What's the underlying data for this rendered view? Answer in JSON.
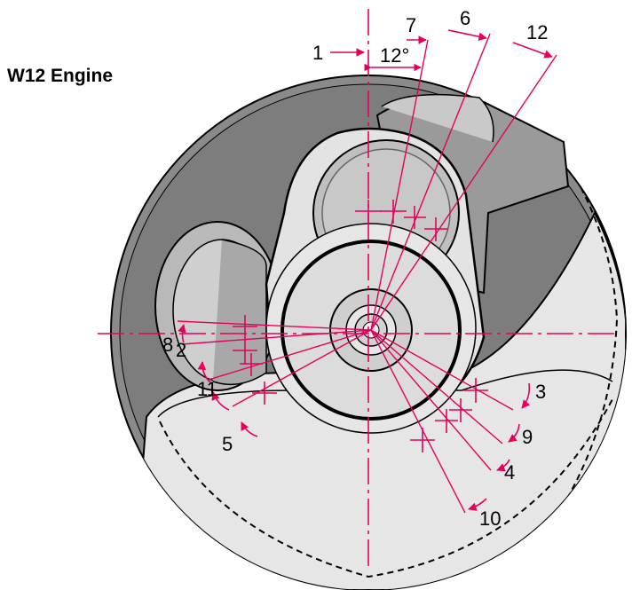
{
  "title": "W12 Engine",
  "angle_label": "12°",
  "crank_labels": {
    "t1": "1",
    "t7": "7",
    "t6": "6",
    "t12": "12",
    "t8": "8",
    "t2": "2",
    "t11": "11",
    "t5": "5",
    "t3": "3",
    "t9": "9",
    "t4": "4",
    "t10": "10"
  },
  "colors": {
    "accent": "#e6005c",
    "dark_gray": "#8a8a8a",
    "light_gray": "#dcdcdc",
    "mid_gray": "#b9b9b9",
    "outline": "#000000"
  }
}
